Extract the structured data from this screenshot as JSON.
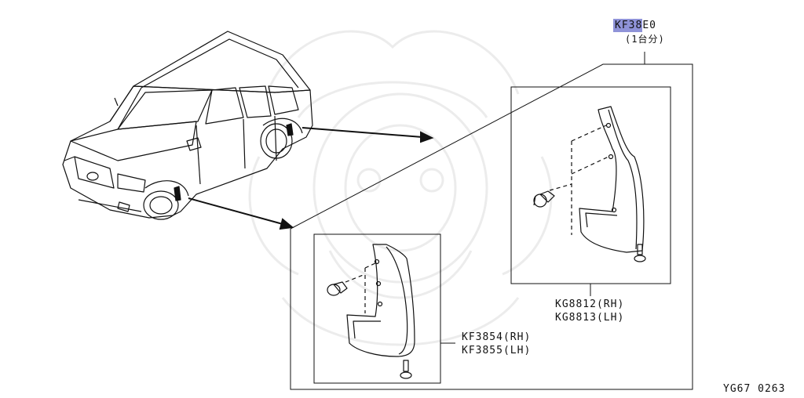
{
  "kit": {
    "part_prefix": "KF38",
    "part_suffix": "E0",
    "quantity_note": "(1台分)"
  },
  "rear_flap": {
    "rh": "KG8812(RH)",
    "lh": "KG8813(LH)"
  },
  "front_flap": {
    "rh": "KF3854(RH)",
    "lh": "KF3855(LH)"
  },
  "figure_code": "YG67 0263",
  "colors": {
    "highlight": "#8f93d8",
    "line": "#111111",
    "watermark": "#eeeeee"
  }
}
